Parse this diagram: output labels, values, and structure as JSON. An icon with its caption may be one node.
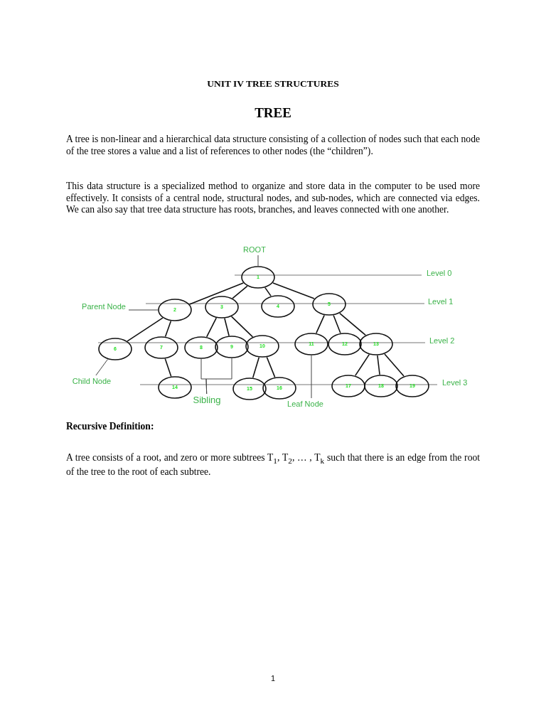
{
  "diagram": {
    "title": "UNIT IV TREE STRUCTURES",
    "nodes": [
      {
        "text": [
          "ROOT"
        ]
      },
      {
        "text": [
          "1"
        ]
      },
      {
        "text": [
          "2"
        ]
      },
      {
        "text": [
          "3"
        ]
      },
      {
        "text": [
          "4"
        ]
      },
      {
        "text": [
          "5"
        ]
      },
      {
        "text": [
          "6"
        ]
      },
      {
        "text": [
          "7"
        ]
      },
      {
        "text": [
          "8"
        ]
      },
      {
        "text": [
          "9"
        ]
      },
      {
        "text": [
          "10"
        ]
      },
      {
        "text": [
          "11"
        ]
      },
      {
        "text": [
          "12"
        ]
      },
      {
        "text": [
          "13"
        ]
      },
      {
        "text": [
          "14"
        ]
      },
      {
        "text": [
          "15"
        ]
      },
      {
        "text": [
          "16"
        ]
      },
      {
        "text": [
          "17"
        ]
      },
      {
        "text": [
          "18"
        ]
      },
      {
        "text": [
          "19"
        ]
      },
      {
        "text": [
          "Parent Node"
        ]
      },
      {
        "text": [
          "Child Node"
        ]
      },
      {
        "text": [
          "Sibling"
        ]
      },
      {
        "text": [
          "Leaf Node"
        ]
      }
    ],
    "edges": [
      {
        "from": 1,
        "to": 2,
        "arrow": "none"
      },
      {
        "from": 1,
        "to": 3,
        "arrow": "none"
      },
      {
        "from": 1,
        "to": 4,
        "arrow": "none"
      },
      {
        "from": 1,
        "to": 5,
        "arrow": "none"
      },
      {
        "from": 2,
        "to": 6,
        "arrow": "none"
      },
      {
        "from": 2,
        "to": 7,
        "arrow": "none"
      },
      {
        "from": 3,
        "to": 8,
        "arrow": "none"
      },
      {
        "from": 3,
        "to": 9,
        "arrow": "none"
      },
      {
        "from": 3,
        "to": 10,
        "arrow": "none"
      },
      {
        "from": 5,
        "to": 11,
        "arrow": "none"
      },
      {
        "from": 5,
        "to": 12,
        "arrow": "none"
      },
      {
        "from": 5,
        "to": 13,
        "arrow": "none"
      },
      {
        "from": 7,
        "to": 14,
        "arrow": "none"
      },
      {
        "from": 10,
        "to": 15,
        "arrow": "none"
      },
      {
        "from": 10,
        "to": 16,
        "arrow": "none"
      },
      {
        "from": 13,
        "to": 17,
        "arrow": "none"
      },
      {
        "from": 13,
        "to": 18,
        "arrow": "none"
      },
      {
        "from": 13,
        "to": 19,
        "arrow": "none"
      },
      {
        "from": 0,
        "to": 1,
        "arrow": "none"
      },
      {
        "from": 20,
        "to": 2,
        "arrow": "none"
      },
      {
        "from": 21,
        "to": 6,
        "arrow": "none"
      },
      {
        "from": 22,
        "to": 8,
        "arrow": "none"
      },
      {
        "from": 22,
        "to": 9,
        "arrow": "none"
      },
      {
        "from": 23,
        "to": 11,
        "arrow": "none"
      }
    ],
    "labels": [
      "TREE",
      "A tree is non-linear and a hierarchical data structure consisting of a collection of nodes such that each node of the tree stores a value and a list of references to other nodes (the “children”).",
      "This data structure is a specialized method to organize and store data in the computer to be used more effectively. It consists of a central node, structural nodes, and sub-nodes, which are connected via edges. We can also say that tree data structure has roots, branches, and leaves connected with one another.",
      "Level 0",
      "Level 1",
      "Level 2",
      "Level 3",
      "Recursive Definition:",
      "A tree consists of a root, and zero or more subtrees T$_{1}$, T$_{2}$, … , T$_{k}$ such that there is an edge from the root of the tree to the root of each subtree.",
      "1"
    ]
  }
}
